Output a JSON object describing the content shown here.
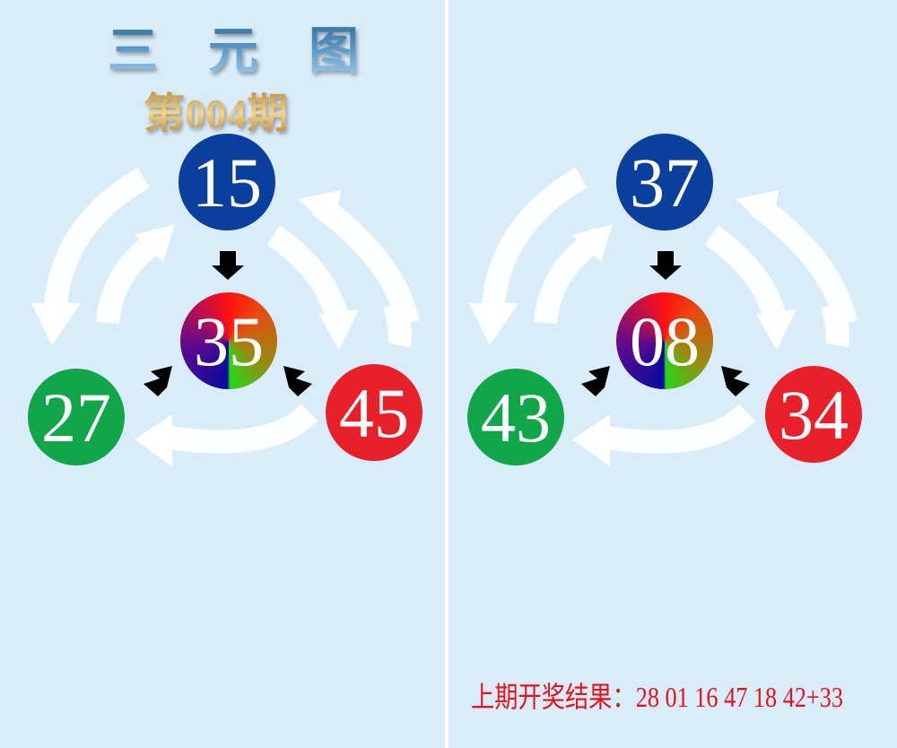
{
  "title": {
    "chars": [
      "三",
      "元",
      "图"
    ]
  },
  "issue": "第004期",
  "panels": [
    {
      "top": "15",
      "center": "35",
      "left": "27",
      "right": "45"
    },
    {
      "top": "37",
      "center": "08",
      "left": "43",
      "right": "34"
    }
  ],
  "colors": {
    "top": "#0a3f9e",
    "left": "#12a64a",
    "right": "#e8202a",
    "background": "#d9ecfa",
    "result_text": "#e8101a"
  },
  "last_result": {
    "label": "上期开奖结果：",
    "numbers": "28 01 16 47 18 42+33"
  }
}
